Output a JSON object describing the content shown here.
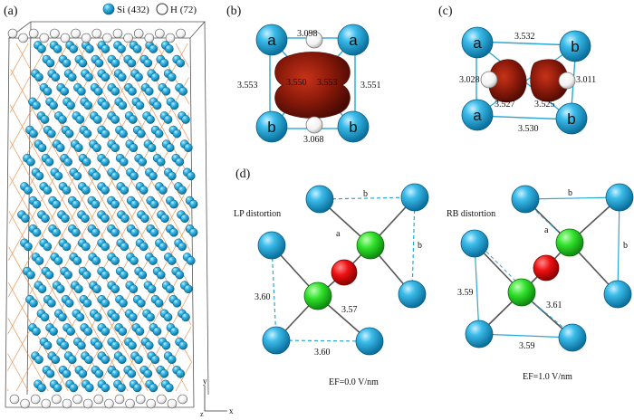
{
  "legend": {
    "si": "Si (432)",
    "h": "H (72)"
  },
  "panels": {
    "a": "(a)",
    "b": "(b)",
    "c": "(c)",
    "d": "(d)"
  },
  "axes": {
    "y": "y",
    "z": "z",
    "x": "x"
  },
  "panel_b": {
    "atoms": {
      "top_left": "a",
      "top_right": "a",
      "bottom_left": "b",
      "bottom_right": "b"
    },
    "distances": {
      "top": "3.098",
      "left": "3.553",
      "right": "3.551",
      "center_left": "3.550",
      "center_right": "3.553",
      "bottom": "3.068"
    }
  },
  "panel_c": {
    "atoms": {
      "top_left": "a",
      "top_right": "b",
      "bottom_left": "a",
      "bottom_right": "b"
    },
    "distances": {
      "top": "3.532",
      "left": "3.028",
      "right": "3.011",
      "center_left": "3.527",
      "center_right": "3.525",
      "bottom": "3.530"
    }
  },
  "panel_d_left": {
    "title": "LP distortion",
    "labels": {
      "b_top": "b",
      "b_right": "b",
      "a": "a",
      "left": "3.60",
      "center": "3.57",
      "bottom": "3.60"
    },
    "field": "EF=0.0 V/nm"
  },
  "panel_d_right": {
    "title": "RB distortion",
    "labels": {
      "b_top": "b",
      "b_right": "b",
      "a": "a",
      "left": "3.59",
      "center": "3.61",
      "bottom": "3.59"
    },
    "field": "EF=1.0 V/nm"
  },
  "colors": {
    "si": "#2aa9dc",
    "h": "#ffffff",
    "n_green": "#22dd22",
    "v_red": "#ee1111",
    "bond": "#e8843c",
    "density": "#7a1608"
  }
}
